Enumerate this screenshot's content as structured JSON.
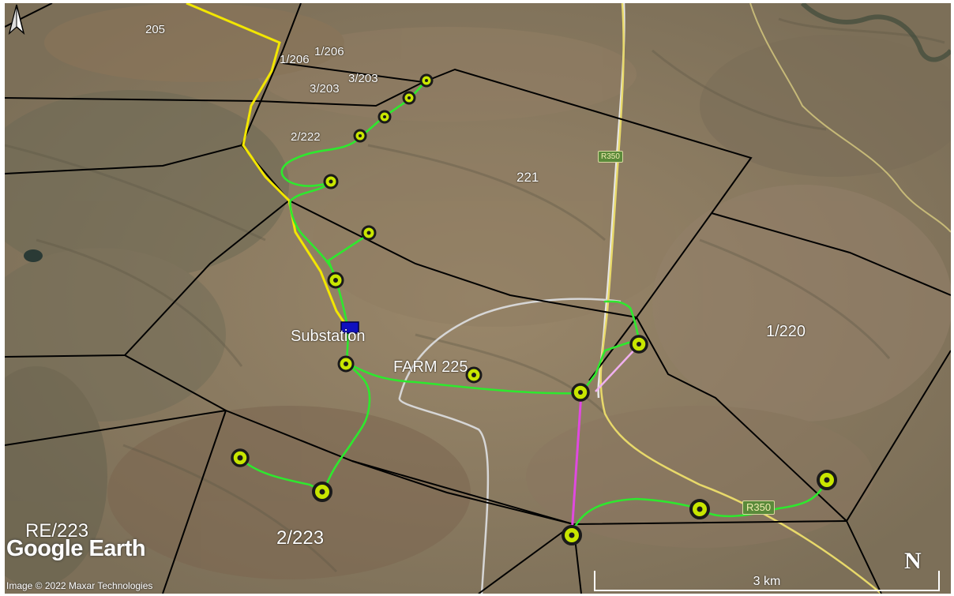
{
  "labels": {
    "farm_205": "205",
    "farm_1_206_a": "1/206",
    "farm_1_206_b": "1/206",
    "farm_3_203_a": "3/203",
    "farm_3_203_b": "3/203",
    "farm_2_222": "2/222",
    "farm_221": "221",
    "farm_1_220": "1/220",
    "substation": "Substation",
    "farm_225": "FARM 225",
    "farm_re_223": "RE/223",
    "farm_2_223": "2/223"
  },
  "roads": {
    "r350_north": "R350",
    "r350_south": "R350"
  },
  "watermark": "Google Earth",
  "credit": "Image © 2022 Maxar Technologies",
  "scale_bar": "3 km",
  "north_arrow": "N",
  "colors": {
    "cadastral_boundary": "#000000",
    "powerline": "#f2e600",
    "internal_cable": "#2ee82e",
    "access_road": "#e6e6e6",
    "pink_line": "#e04ae0",
    "light_pink_line": "#f0b0f0",
    "turbine_fill": "#c8e600",
    "substation": "#1010c0"
  },
  "icons": {
    "turbine_marker": "target-circle-icon",
    "substation_marker": "blue-square-icon",
    "north_arrow": "north-arrow-icon"
  }
}
